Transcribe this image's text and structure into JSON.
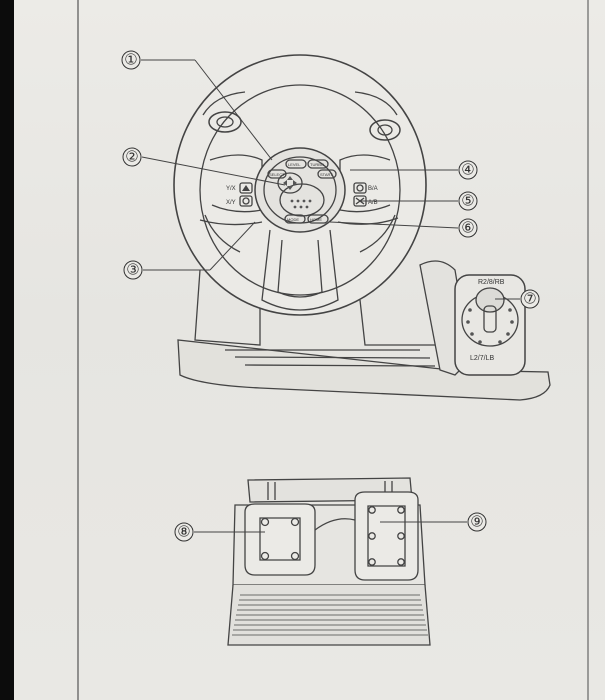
{
  "callouts": [
    "①",
    "②",
    "③",
    "④",
    "⑤",
    "⑥",
    "⑦",
    "⑧",
    "⑨"
  ],
  "labels": {
    "shifter_top": "R2/8/RB",
    "shifter_bottom": "L2/7/LB",
    "btn_yx": "Y/X",
    "btn_xy": "X/Y",
    "btn_ba": "B/A",
    "btn_ab": "A/B"
  },
  "hub_buttons": [
    "LEVEL",
    "TURBO",
    "SELECT",
    "START",
    "MODE",
    "HOME"
  ]
}
